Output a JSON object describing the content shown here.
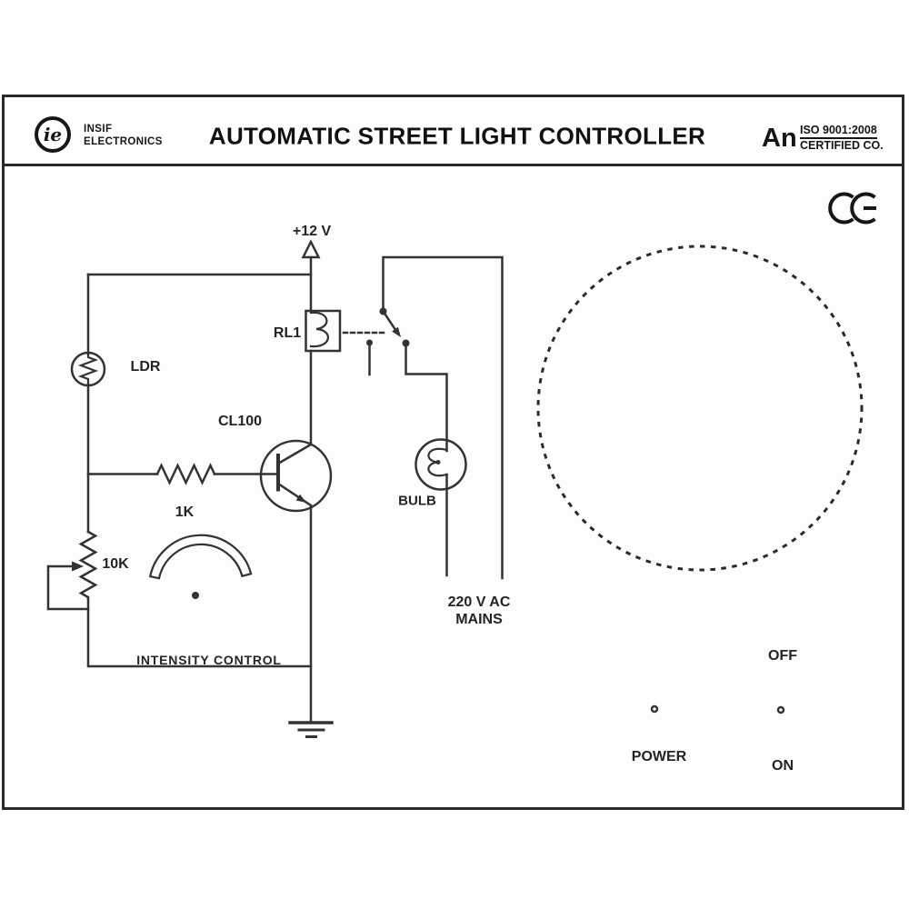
{
  "colors": {
    "background": "#ffffff",
    "panel": "#fdfdfd",
    "line": "#333333",
    "border": "#2a2a2a",
    "text": "#1f1f1f"
  },
  "header": {
    "logo_monogram": "ie",
    "company": {
      "line1": "INSIF",
      "line2": "ELECTRONICS"
    },
    "title": "AUTOMATIC STREET LIGHT CONTROLLER",
    "cert": {
      "prefix": "An",
      "standard": "ISO 9001:2008",
      "company": "CERTIFIED CO."
    }
  },
  "markings": {
    "ce_mark": "CE"
  },
  "circuit": {
    "supply_label": "+12 V",
    "relay_label": "RL1",
    "ldr_label": "LDR",
    "transistor_label": "CL100",
    "base_resistor_label": "1K",
    "potentiometer_label": "10K",
    "intensity_label": "INTENSITY CONTROL",
    "bulb_label": "BULB",
    "mains_label_line1": "220 V AC",
    "mains_label_line2": "MAINS"
  },
  "panel_controls": {
    "off_label": "OFF",
    "on_label": "ON",
    "power_label": "POWER"
  }
}
